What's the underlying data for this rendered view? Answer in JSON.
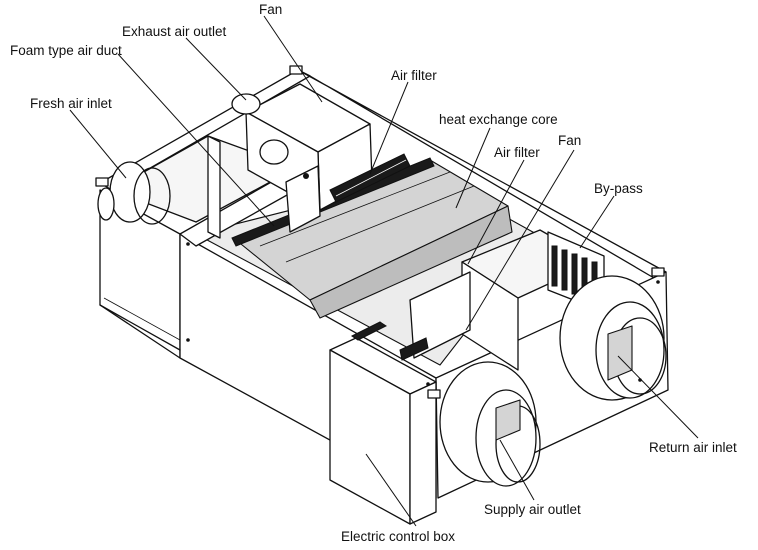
{
  "labels": {
    "fan_top": "Fan",
    "exhaust_air_outlet": "Exhaust air outlet",
    "foam_type_air_duct": "Foam type air duct",
    "fresh_air_inlet": "Fresh air inlet",
    "air_filter_top": "Air filter",
    "heat_exchange_core": "heat exchange core",
    "fan_right": "Fan",
    "air_filter_right": "Air filter",
    "by_pass": "By-pass",
    "return_air_inlet": "Return air inlet",
    "supply_air_outlet": "Supply air outlet",
    "electric_control_box": "Electric control box"
  }
}
